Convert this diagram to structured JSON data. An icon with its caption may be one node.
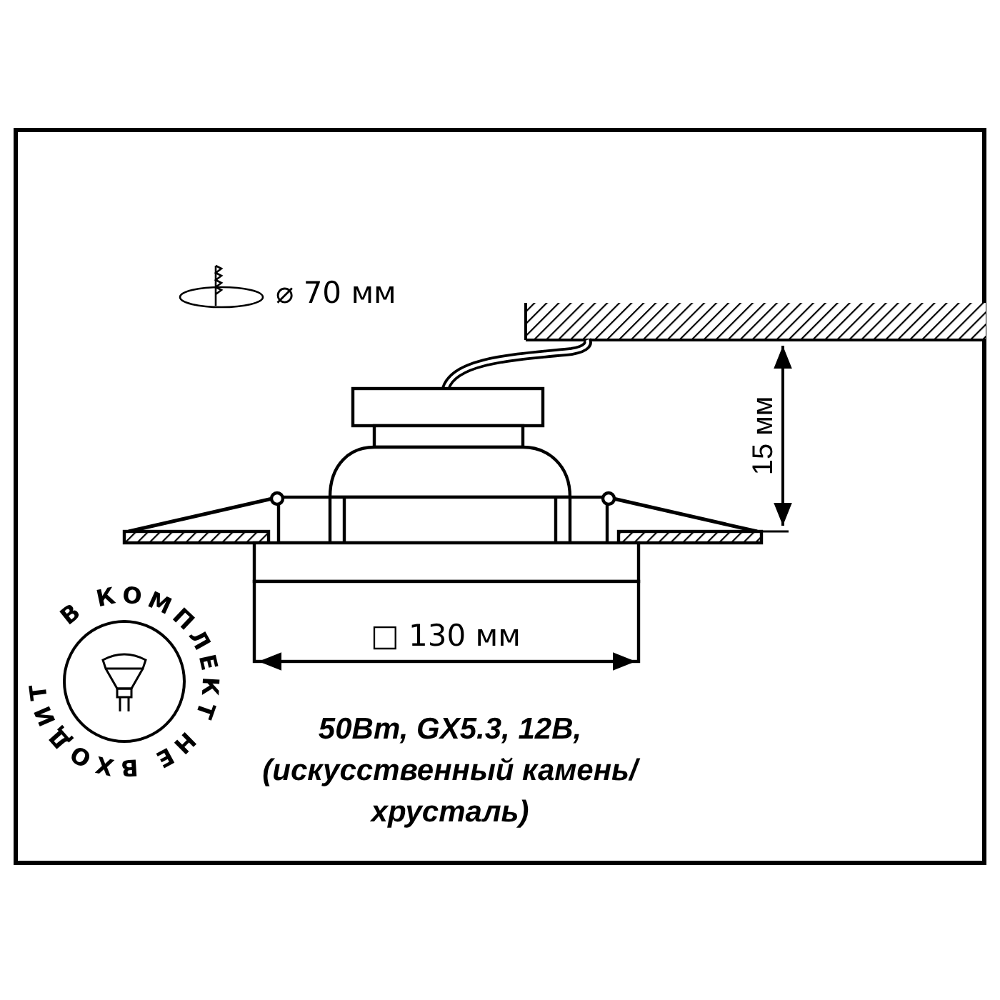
{
  "diagram": {
    "labels": [
      "⌀ 70 мм",
      "15 мм",
      "□ 130 мм",
      "В КОМПЛЕКТ НЕ ВХОДИТ",
      "50Вт, GX5.3, 12В, (искусственный камень/ хрусталь)"
    ]
  }
}
